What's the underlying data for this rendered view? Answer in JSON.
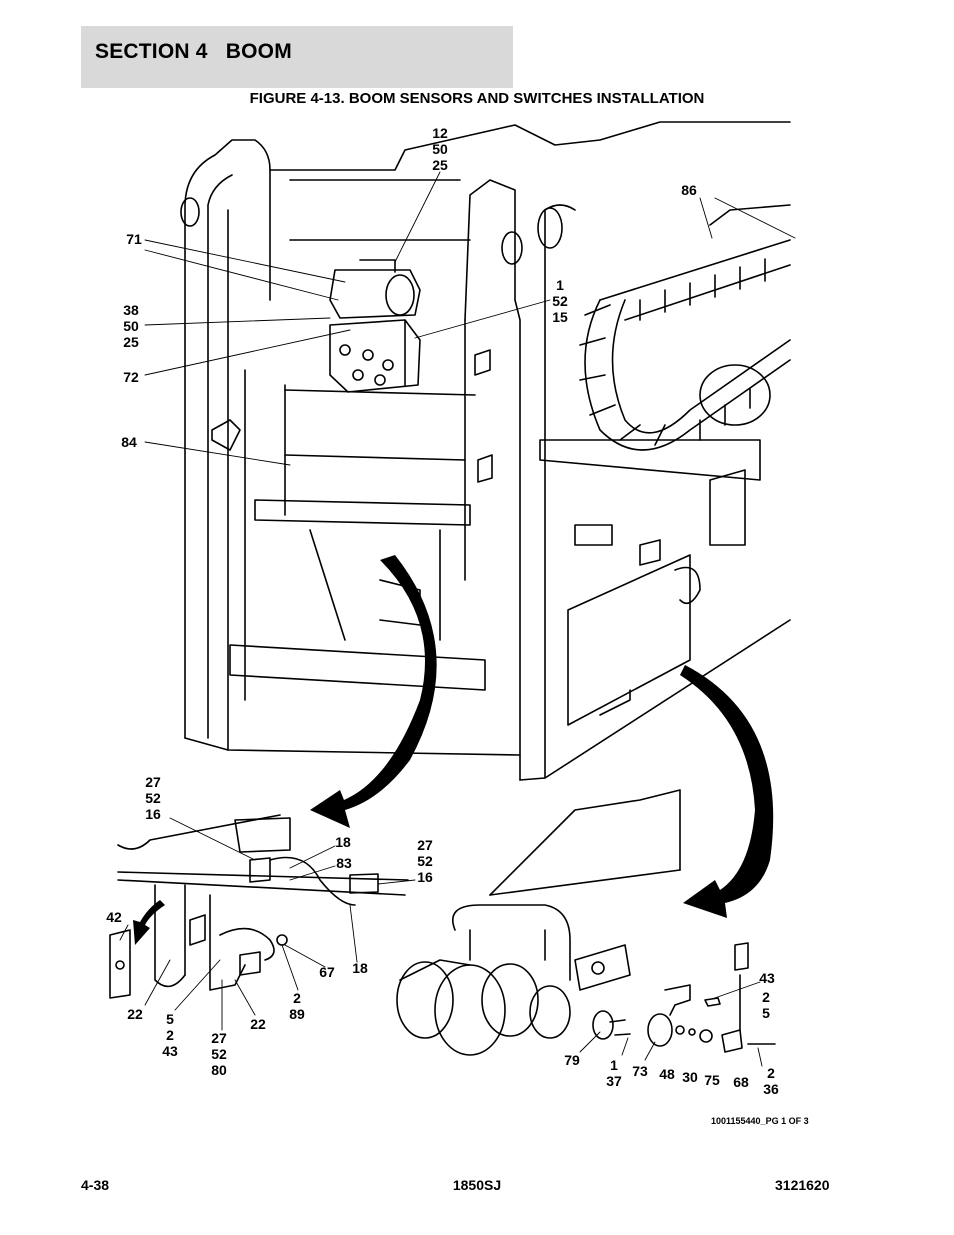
{
  "header": {
    "section_title": "SECTION 4   BOOM",
    "figure_title": "FIGURE 4-13. BOOM SENSORS AND SWITCHES INSTALLATION"
  },
  "callouts": [
    {
      "id": "c-12-50-25",
      "lines": [
        "12",
        "50",
        "25"
      ]
    },
    {
      "id": "c-86",
      "lines": [
        "86"
      ]
    },
    {
      "id": "c-71",
      "lines": [
        "71"
      ]
    },
    {
      "id": "c-1-52-15",
      "lines": [
        "1",
        "52",
        "15"
      ]
    },
    {
      "id": "c-38-50-25",
      "lines": [
        "38",
        "50",
        "25"
      ]
    },
    {
      "id": "c-72",
      "lines": [
        "72"
      ]
    },
    {
      "id": "c-84",
      "lines": [
        "84"
      ]
    },
    {
      "id": "c-27-52-16-a",
      "lines": [
        "27",
        "52",
        "16"
      ]
    },
    {
      "id": "c-18-a",
      "lines": [
        "18"
      ]
    },
    {
      "id": "c-83",
      "lines": [
        "83"
      ]
    },
    {
      "id": "c-27-52-16-b",
      "lines": [
        "27",
        "52",
        "16"
      ]
    },
    {
      "id": "c-42",
      "lines": [
        "42"
      ]
    },
    {
      "id": "c-67",
      "lines": [
        "67"
      ]
    },
    {
      "id": "c-18-b",
      "lines": [
        "18"
      ]
    },
    {
      "id": "c-2-89",
      "lines": [
        "2",
        "89"
      ]
    },
    {
      "id": "c-22-a",
      "lines": [
        "22"
      ]
    },
    {
      "id": "c-5-2-43",
      "lines": [
        "5",
        "2",
        "43"
      ]
    },
    {
      "id": "c-27-52-80",
      "lines": [
        "27",
        "52",
        "80"
      ]
    },
    {
      "id": "c-22-b",
      "lines": [
        "22"
      ]
    },
    {
      "id": "c-43",
      "lines": [
        "43"
      ]
    },
    {
      "id": "c-2-5",
      "lines": [
        "2",
        "5"
      ]
    },
    {
      "id": "c-79",
      "lines": [
        "79"
      ]
    },
    {
      "id": "c-1-37",
      "lines": [
        "1",
        "37"
      ]
    },
    {
      "id": "c-73",
      "lines": [
        "73"
      ]
    },
    {
      "id": "c-48",
      "lines": [
        "48"
      ]
    },
    {
      "id": "c-30",
      "lines": [
        "30"
      ]
    },
    {
      "id": "c-75",
      "lines": [
        "75"
      ]
    },
    {
      "id": "c-68",
      "lines": [
        "68"
      ]
    },
    {
      "id": "c-2-36",
      "lines": [
        "2",
        "36"
      ]
    }
  ],
  "drawing_id": "1001155440_PG 1 OF 3",
  "footer": {
    "page_number": "4-38",
    "model": "1850SJ",
    "document_number": "3121620"
  }
}
